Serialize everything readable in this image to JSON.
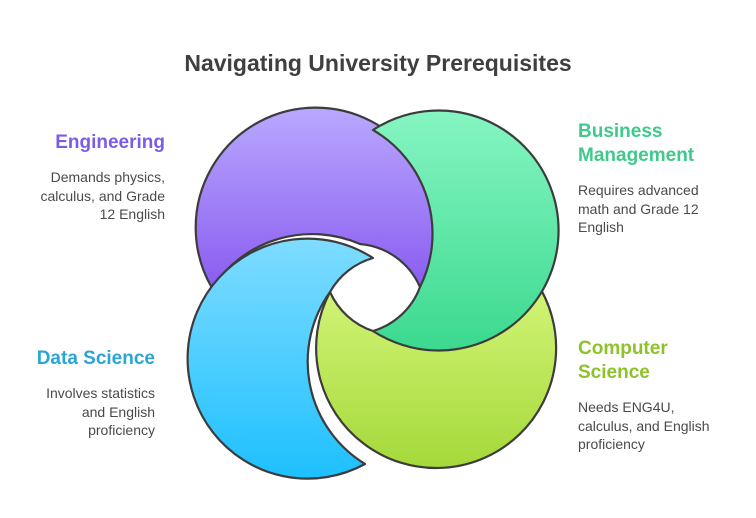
{
  "title": "Navigating University Prerequisites",
  "segments": [
    {
      "id": "engineering",
      "heading_lines": [
        "Engineering"
      ],
      "description_lines": [
        "Demands physics,",
        "calculus, and Grade",
        "12 English"
      ],
      "color": "#7b5ce6"
    },
    {
      "id": "business",
      "heading_lines": [
        "Business",
        "Management"
      ],
      "description_lines": [
        "Requires advanced",
        "math and Grade 12",
        "English"
      ],
      "color": "#3fc98a"
    },
    {
      "id": "data-science",
      "heading_lines": [
        "Data Science"
      ],
      "description_lines": [
        "Involves statistics",
        "and English",
        "proficiency"
      ],
      "color": "#2aa6d6"
    },
    {
      "id": "computer-science",
      "heading_lines": [
        "Computer",
        "Science"
      ],
      "description_lines": [
        "Needs ENG4U,",
        "calculus, and English",
        "proficiency"
      ],
      "color": "#8ec22a"
    }
  ]
}
